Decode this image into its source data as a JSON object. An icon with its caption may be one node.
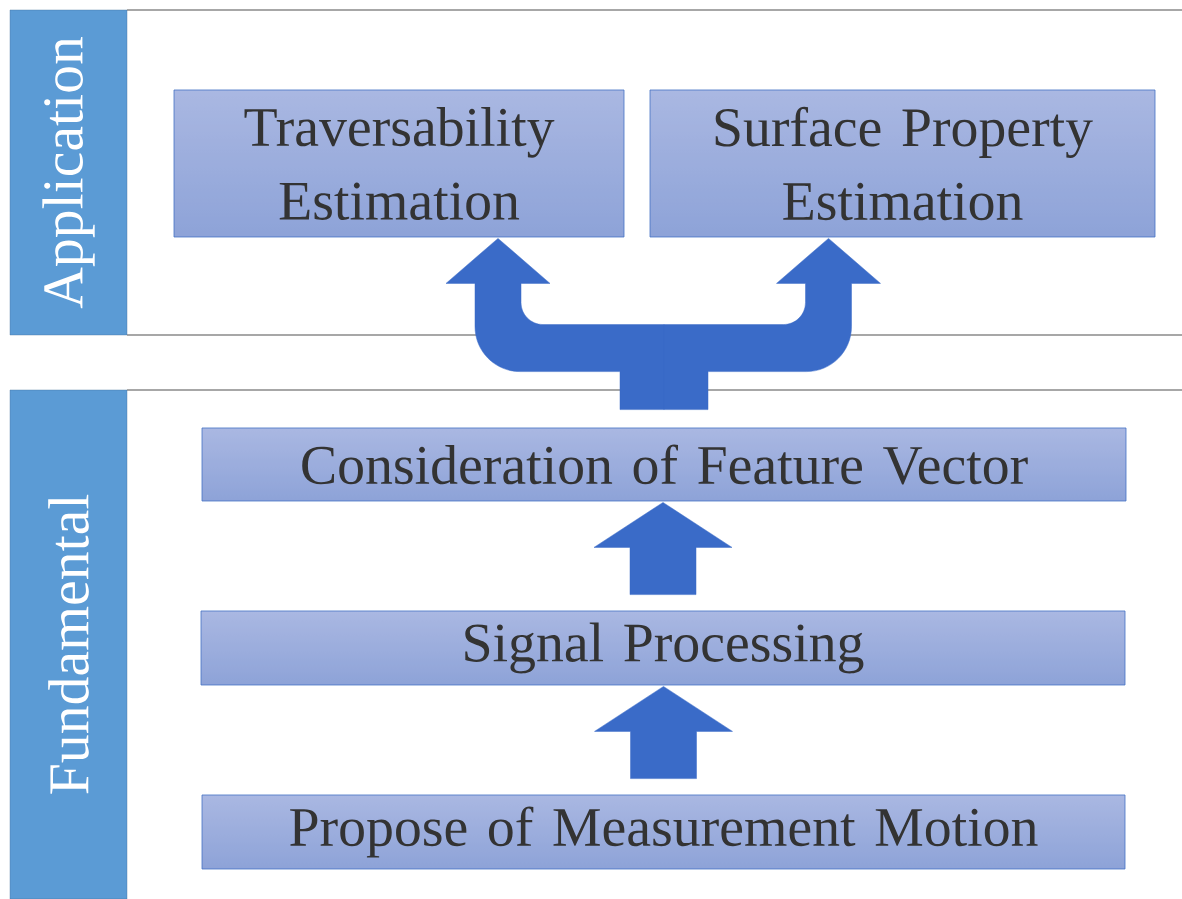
{
  "diagram": {
    "nodes": [
      {
        "text": [
          "Application"
        ]
      },
      {
        "text": [
          "Traversability Estimation"
        ]
      },
      {
        "text": [
          "Surface Property Estimation"
        ]
      },
      {
        "text": [
          "Fundamental"
        ]
      },
      {
        "text": [
          "Consideration of Feature Vector"
        ]
      },
      {
        "text": [
          "Signal Processing"
        ]
      },
      {
        "text": [
          "Propose of Measurement Motion"
        ]
      }
    ],
    "edges": [
      {
        "from": 4,
        "to": 1,
        "arrow": "to"
      },
      {
        "from": 4,
        "to": 2,
        "arrow": "to"
      },
      {
        "from": 5,
        "to": 4,
        "arrow": "to"
      },
      {
        "from": 6,
        "to": 5,
        "arrow": "to"
      }
    ]
  }
}
